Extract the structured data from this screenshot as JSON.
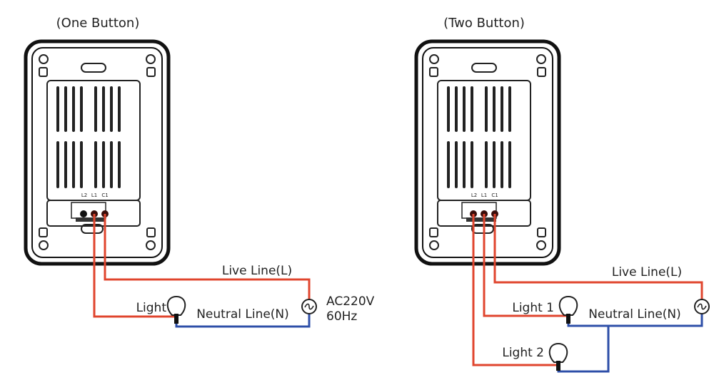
{
  "colors": {
    "live": "#e0452e",
    "neutral": "#2e4fa8",
    "outline": "#111111",
    "text": "#222222"
  },
  "one_button": {
    "title": "(One Button)",
    "terminals": [
      "L2",
      "L1",
      "C1"
    ],
    "live_label": "Live Line(L)",
    "neutral_label": "Neutral Line(N)",
    "light_label": "Light",
    "source_label_1": "AC220V",
    "source_label_2": "60Hz"
  },
  "two_button": {
    "title": "(Two Button)",
    "terminals": [
      "L2",
      "L1",
      "C1"
    ],
    "live_label": "Live Line(L)",
    "neutral_label": "Neutral Line(N)",
    "light1_label": "Light 1",
    "light2_label": "Light 2"
  }
}
